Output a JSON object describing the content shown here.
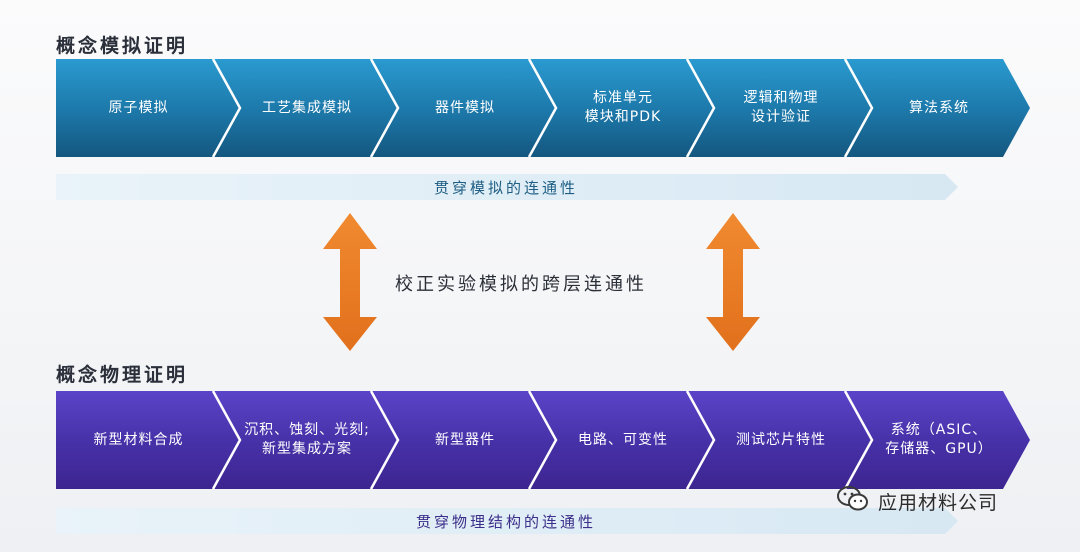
{
  "top": {
    "title": "概念模拟证明",
    "steps": [
      "原子模拟",
      "工艺集成模拟",
      "器件模拟",
      "标准单元\n模块和PDK",
      "逻辑和物理\n设计验证",
      "算法系统"
    ],
    "band_label": "贯穿模拟的连通性"
  },
  "middle": {
    "label": "校正实验模拟的跨层连通性"
  },
  "bottom": {
    "title": "概念物理证明",
    "steps": [
      "新型材料合成",
      "沉积、蚀刻、光刻;\n新型集成方案",
      "新型器件",
      "电路、可变性",
      "测试芯片特性",
      "系统（ASIC、\n存储器、GPU）"
    ],
    "band_label": "贯穿物理结构的连通性"
  },
  "watermark": {
    "text": "应用材料公司",
    "icon": "wechat-icon"
  },
  "colors": {
    "top_dark": "#14577f",
    "top_light": "#2a9ad0",
    "bottom_dark": "#3d2590",
    "bottom_light": "#5b44c8",
    "arrow_orange": "#ec7a24",
    "band": "#e3eef6"
  }
}
